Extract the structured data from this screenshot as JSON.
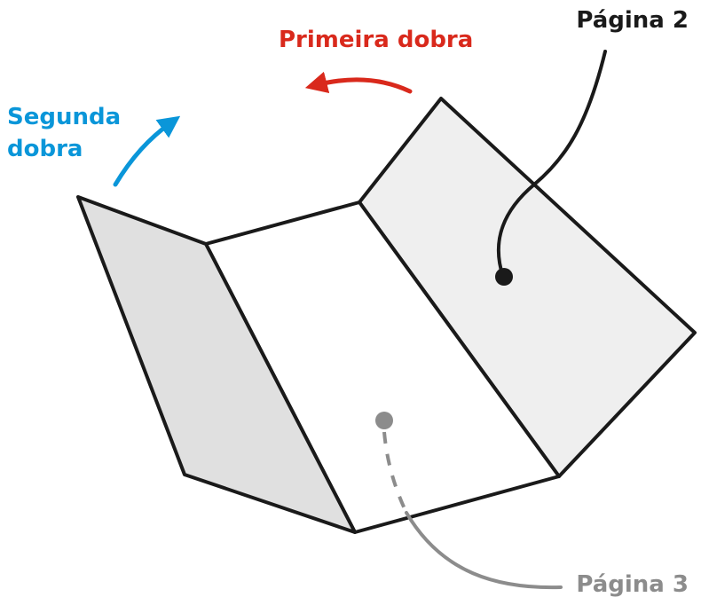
{
  "labels": {
    "page2": "Página 2",
    "first_fold": "Primeira dobra",
    "second_fold_line1": "Segunda",
    "second_fold_line2": "dobra",
    "page3": "Página 3"
  },
  "colors": {
    "outline": "#1a1a1a",
    "left_panel_fill": "#e0e0e0",
    "center_panel_fill": "#ffffff",
    "right_panel_fill": "#efefef",
    "first_fold_arrow": "#d9291c",
    "second_fold_arrow": "#0a96d9",
    "page2_text": "#1a1a1a",
    "page3_pointer": "#8c8c8c"
  }
}
